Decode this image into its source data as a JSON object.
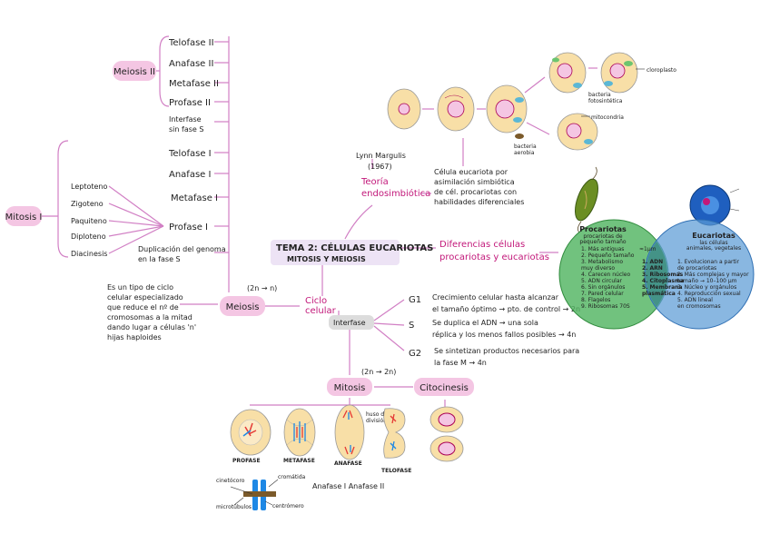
{
  "colors": {
    "accent_pink": "#c2187a",
    "line_pink": "#d17fc4",
    "highlight_pink": "#f4c6e3",
    "highlight_purple": "#d9c2ec",
    "venn_green": "#52b561",
    "venn_blue": "#5b9bd5",
    "cell_fill": "#f8dfa7"
  },
  "center": {
    "title": "TEMA 2: CÉLULAS EUCARIOTAS",
    "subtitle": "MITOSIS Y MEIOSIS"
  },
  "meiosis": {
    "label": "Meiosis",
    "ploidy": "(2n → n)",
    "definition": [
      "Es un tipo de ciclo",
      "celular especializado",
      "que reduce el nº de",
      "cromosomas a la mitad",
      "dando lugar a células 'n'",
      "hijas haploides"
    ],
    "meiosis2_label": "Meiosis II",
    "meiosis2_phases": [
      "Telofase II",
      "Anafase II",
      "Metafase II",
      "Profase II"
    ],
    "interfase_sin_s": [
      "Interfase",
      "sin fase S"
    ],
    "meiosis1_phases": [
      "Telofase I",
      "Anafase I",
      "Metafase I",
      "Profase I"
    ],
    "duplication": [
      "Duplicación del genoma",
      "en la fase S"
    ],
    "meiosis1_label": "Mitosis I",
    "profase1_substages": [
      "Leptoteno",
      "Zigoteno",
      "Paquiteno",
      "Diploteno",
      "Diacinesis"
    ]
  },
  "ciclo": {
    "label": [
      "Ciclo",
      "celular"
    ],
    "interfase": "Interfase",
    "g1_label": "G1",
    "g1_text": [
      "Crecimiento celular hasta alcanzar",
      "el tamaño óptimo → pto. de control → 2n"
    ],
    "s_label": "S",
    "s_text": [
      "Se duplica el ADN → una sola",
      "réplica y los menos fallos posibles → 4n"
    ],
    "g2_label": "G2",
    "g2_text": [
      "Se sintetizan productos necesarios para",
      "la fase M → 4n"
    ]
  },
  "mitosis": {
    "label": "Mitosis",
    "ploidy": "(2n → 2n)",
    "citocinesis": "Citocinesis",
    "phases": [
      "PROFASE",
      "METAFASE",
      "ANAFASE",
      "TELOFASE"
    ],
    "huso_label": [
      "huso de",
      "división"
    ],
    "anafase_variants": "Anafase I  Anafase II",
    "chromosome_labels": {
      "cinetocoro": "cinetócoro",
      "cromatida": "cromátida",
      "microtubulos": "microtúbulos",
      "centromero": "centrómero"
    }
  },
  "endosimbiosis": {
    "author": "Lynn Margulis",
    "year": "(1967)",
    "theory": [
      "Teoría",
      "endosimbiótica"
    ],
    "description": [
      "Célula eucariota por",
      "asimilación simbiótica",
      "de cél. procariotas con",
      "habilidades diferenciales"
    ],
    "labels": {
      "cloroplasto": "cloroplasto",
      "bacteria_fotosintetica": [
        "bacteria",
        "fotosintética"
      ],
      "mitocondria": "mitocondria",
      "bacteria_aerobia": [
        "bacteria",
        "aerobia"
      ]
    }
  },
  "differences": {
    "label": [
      "Diferencias células",
      "procariotas y eucariotas"
    ],
    "prokaryote_title": "Procariotas",
    "prokaryote_sub": [
      "procariotas de",
      "pequeño tamaño"
    ],
    "prokaryote_items": [
      "1. Más antiguas",
      "2. Pequeño tamaño",
      "3. Metabolismo",
      "   muy diverso",
      "4. Carecen núcleo",
      "5. ADN circular",
      "6. Sin orgánulos",
      "7. Pared celular",
      "8. Flagelos",
      "9. Ribosomas 70S"
    ],
    "shared_items": [
      "1. ADN",
      "2. ARN",
      "3. Ribosomas",
      "4. Citoplasma",
      "5. Membrana",
      "   plasmática"
    ],
    "shared_tag": "≈1µm",
    "eukaryote_title": "Eucariotas",
    "eukaryote_sub": [
      "las células",
      "animales, vegetales"
    ],
    "eukaryote_items": [
      "1. Evolucionan a partir",
      "   de procariotas",
      "2. Más complejas y mayor",
      "   tamaño → 10–100 µm",
      "3. Núcleo y orgánulos",
      "4. Reproducción sexual",
      "5. ADN lineal",
      "   en cromosomas"
    ]
  }
}
